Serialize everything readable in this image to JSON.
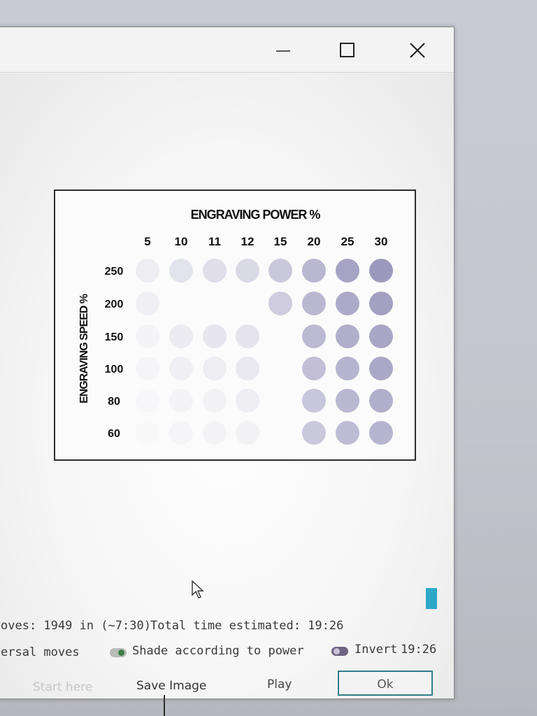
{
  "window": {
    "controls": {
      "minimize": "minimize-icon",
      "maximize": "maximize-icon",
      "close": "close-icon"
    }
  },
  "preview": {
    "title": "ENGRAVING POWER %",
    "y_label": "ENGRAVING SPEED %",
    "power_labels": [
      "5",
      "10",
      "11",
      "12",
      "15",
      "20",
      "25",
      "30"
    ],
    "speed_labels": [
      "250",
      "200",
      "150",
      "100",
      "80",
      "60"
    ],
    "dot_color": "#8f8bb5",
    "dot_grid": [
      [
        0.12,
        0.22,
        0.26,
        0.3,
        0.45,
        0.62,
        0.78,
        0.88
      ],
      [
        0.1,
        0.0,
        0.0,
        0.0,
        0.42,
        0.6,
        0.72,
        0.82
      ],
      [
        0.06,
        0.14,
        0.18,
        0.2,
        0.0,
        0.58,
        0.68,
        0.76
      ],
      [
        0.05,
        0.1,
        0.12,
        0.16,
        0.0,
        0.52,
        0.64,
        0.74
      ],
      [
        0.03,
        0.06,
        0.08,
        0.12,
        0.0,
        0.48,
        0.6,
        0.68
      ],
      [
        0.02,
        0.05,
        0.06,
        0.08,
        0.0,
        0.46,
        0.56,
        0.64
      ]
    ]
  },
  "status": {
    "moves": "oves: 1949 in (~7:30)",
    "total_time": "Total time estimated: 19:26"
  },
  "options": {
    "traversal": "ersal moves",
    "shade": "Shade according to power",
    "shade_on": true,
    "invert": "Invert",
    "invert_on": false,
    "time": "19:26"
  },
  "buttons": {
    "start_here": "Start here",
    "save_image": "Save Image",
    "play": "Play",
    "ok": "Ok"
  },
  "colors": {
    "accent": "#2ea8c9",
    "ok_border": "#2f7d88"
  }
}
